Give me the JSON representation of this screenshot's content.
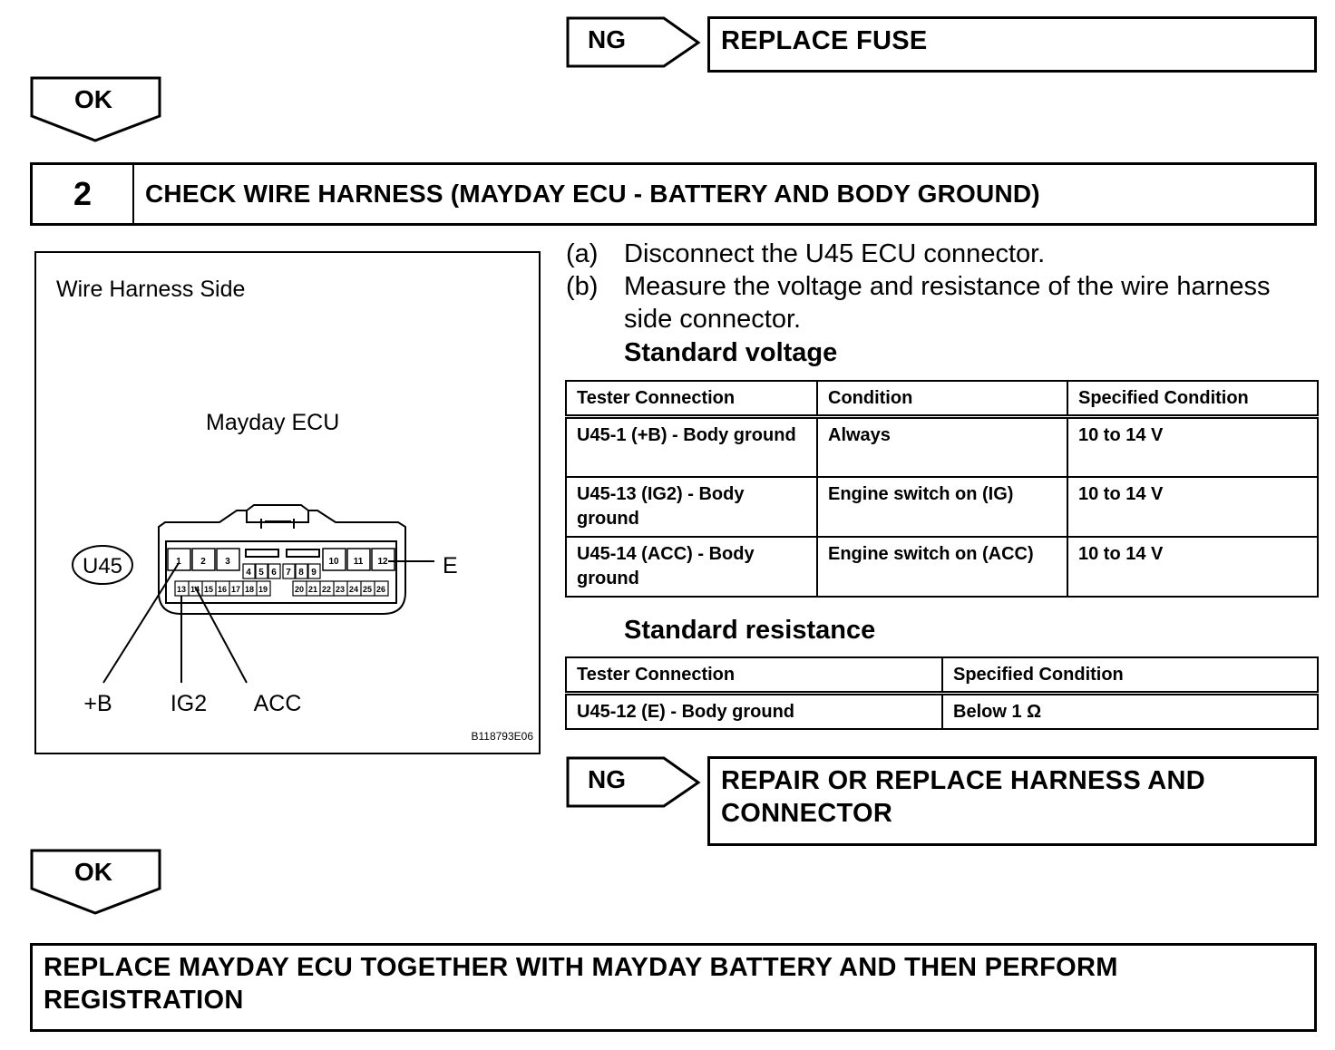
{
  "top_branch": {
    "ng_label": "NG",
    "ng_result": "REPLACE FUSE",
    "ok_label": "OK"
  },
  "step": {
    "number": "2",
    "title": "CHECK WIRE HARNESS (MAYDAY ECU - BATTERY AND BODY GROUND)"
  },
  "diagram": {
    "side_label": "Wire Harness Side",
    "component_label": "Mayday ECU",
    "connector_id": "U45",
    "terminal_e": "E",
    "terminal_b": "+B",
    "terminal_ig2": "IG2",
    "terminal_acc": "ACC",
    "figure_code": "B118793E06",
    "pins_top": [
      "1",
      "2",
      "3",
      "10",
      "11",
      "12"
    ],
    "pins_mid": [
      "4",
      "5",
      "6",
      "7",
      "8",
      "9"
    ],
    "pins_bottom_left": [
      "13",
      "14",
      "15",
      "16",
      "17",
      "18",
      "19"
    ],
    "pins_bottom_right": [
      "20",
      "21",
      "22",
      "23",
      "24",
      "25",
      "26"
    ]
  },
  "instructions": [
    {
      "label": "(a)",
      "text": "Disconnect the U45 ECU connector."
    },
    {
      "label": "(b)",
      "text": "Measure the voltage and resistance of the wire harness",
      "text2": "side connector."
    }
  ],
  "voltage": {
    "heading": "Standard voltage",
    "headers": [
      "Tester Connection",
      "Condition",
      "Specified Condition"
    ],
    "rows": [
      [
        "U45-1 (+B) - Body ground",
        "Always",
        "10 to 14 V"
      ],
      [
        "U45-13 (IG2) - Body ground",
        "Engine switch on (IG)",
        "10 to 14 V"
      ],
      [
        "U45-14 (ACC) - Body ground",
        "Engine switch on (ACC)",
        "10 to 14 V"
      ]
    ]
  },
  "resistance": {
    "heading": "Standard resistance",
    "headers": [
      "Tester Connection",
      "Specified Condition"
    ],
    "rows": [
      [
        "U45-12 (E) - Body ground",
        "Below 1 Ω"
      ]
    ]
  },
  "bottom_branch": {
    "ng_label": "NG",
    "ng_result_line1": "REPAIR OR REPLACE HARNESS AND",
    "ng_result_line2": "CONNECTOR",
    "ok_label": "OK"
  },
  "final": {
    "line1": "REPLACE MAYDAY ECU TOGETHER WITH MAYDAY BATTERY AND THEN PERFORM",
    "line2": "REGISTRATION"
  }
}
